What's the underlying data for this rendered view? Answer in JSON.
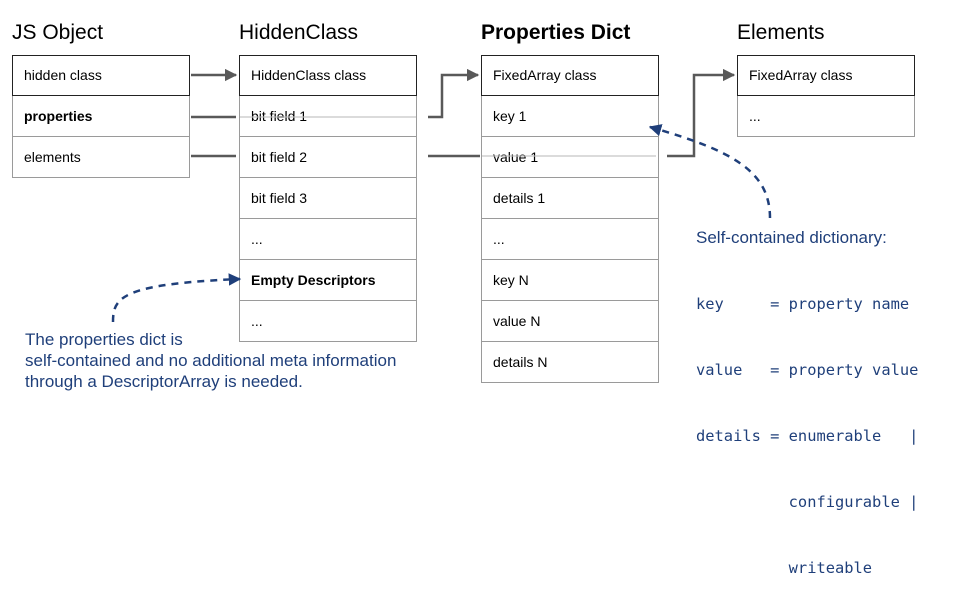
{
  "titles": {
    "js_object": "JS Object",
    "hidden_class": "HiddenClass",
    "properties_dict": "Properties Dict",
    "elements": "Elements"
  },
  "js_object_rows": [
    "hidden class",
    "properties",
    "elements"
  ],
  "hidden_class_rows": [
    "HiddenClass class",
    "bit field 1",
    "bit field 2",
    "bit field 3",
    "...",
    "Empty Descriptors",
    "..."
  ],
  "properties_dict_rows": [
    "FixedArray class",
    "key 1",
    "value 1",
    "details 1",
    "...",
    "key N",
    "value N",
    "details N"
  ],
  "elements_rows": [
    "FixedArray class",
    "..."
  ],
  "note_left": {
    "line1": "The properties dict is",
    "line2": "self-contained and no additional meta information",
    "line3": "through a DescriptorArray is needed."
  },
  "note_right": {
    "heading": "Self-contained dictionary:",
    "lines": [
      "key     = property name",
      "value   = property value",
      "details = enumerable   |",
      "          configurable |",
      "          writeable"
    ]
  },
  "colors": {
    "annotation": "#1f3f7a",
    "connector": "#595959",
    "border": "#9a9a9a"
  }
}
